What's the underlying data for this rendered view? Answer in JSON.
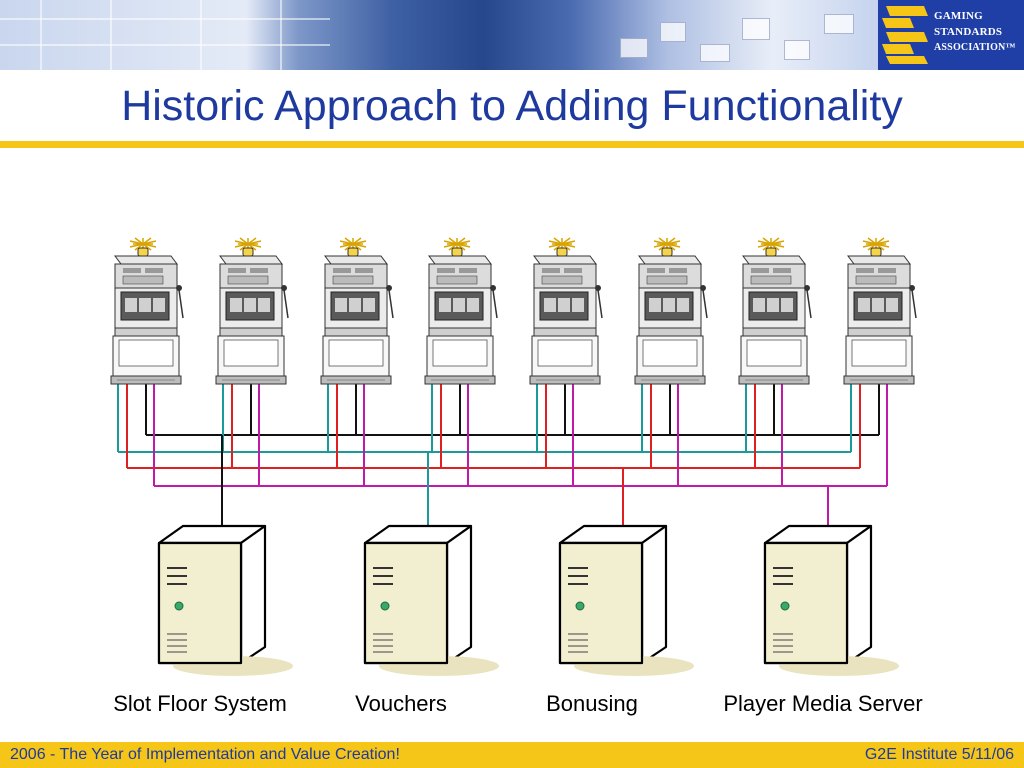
{
  "slide": {
    "title": "Historic Approach to Adding Functionality"
  },
  "logo": {
    "line1": "GAMING",
    "line2": "STANDARDS",
    "line3": "ASSOCIATION™"
  },
  "servers": [
    {
      "label": "Slot Floor System"
    },
    {
      "label": "Vouchers"
    },
    {
      "label": "Bonusing"
    },
    {
      "label": "Player Media Server"
    }
  ],
  "footer": {
    "left": "2006 - The Year of Implementation and Value Creation!",
    "right": "G2E Institute 5/11/06"
  },
  "colors": {
    "title_blue": "#1f3a9e",
    "accent_yellow": "#f5c518",
    "logo_blue": "#1f3fa6",
    "wire_black": "#111111",
    "wire_teal": "#1a9a9a",
    "wire_red": "#e02020",
    "wire_magenta": "#c21aa8"
  },
  "icons": {
    "slot_machine": "slot-machine-icon",
    "server": "server-tower-icon"
  }
}
